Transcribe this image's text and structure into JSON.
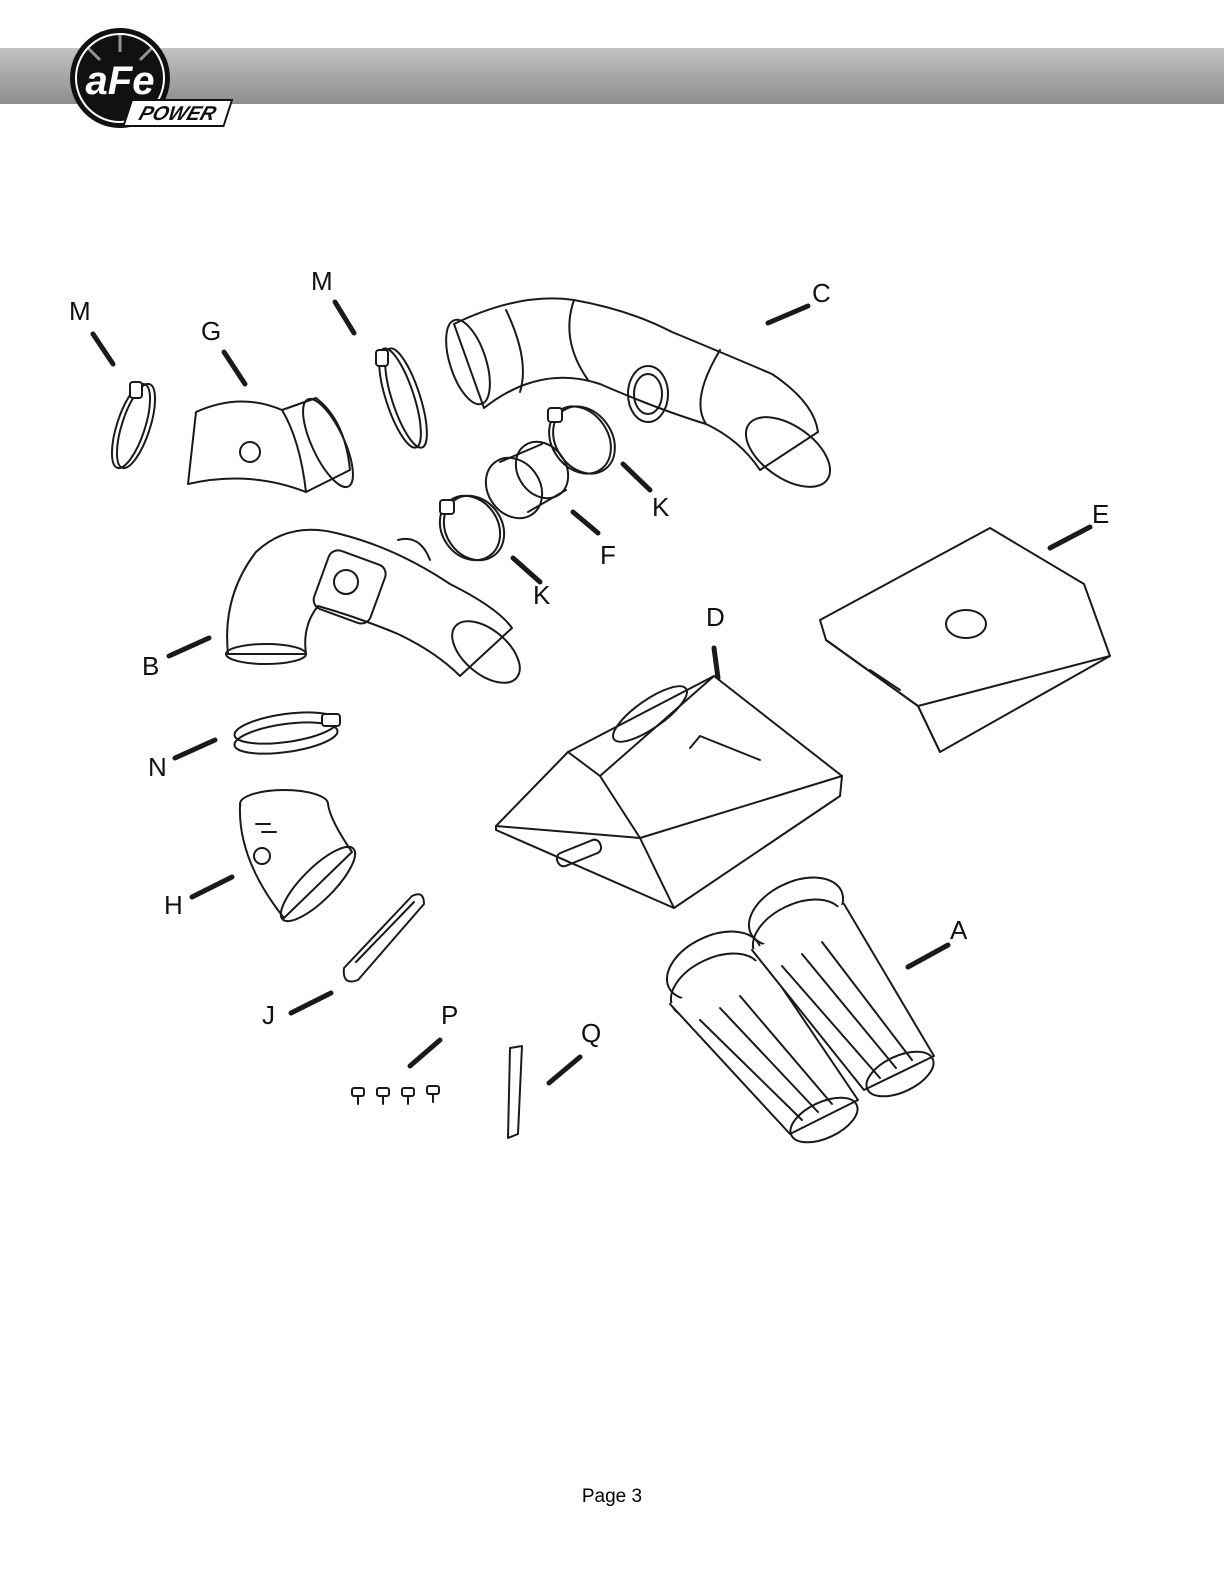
{
  "header": {
    "logo_top": "aFe",
    "logo_bottom": "POWER"
  },
  "callouts": {
    "A": "A",
    "B": "B",
    "C": "C",
    "D": "D",
    "E": "E",
    "F": "F",
    "G": "G",
    "H": "H",
    "J": "J",
    "K1": "K",
    "K2": "K",
    "M1": "M",
    "M2": "M",
    "N": "N",
    "P": "P",
    "Q": "Q"
  },
  "footer": {
    "page": "Page 3"
  },
  "colors": {
    "header_band": "#a9a9a9",
    "line": "#1a1a1a"
  }
}
